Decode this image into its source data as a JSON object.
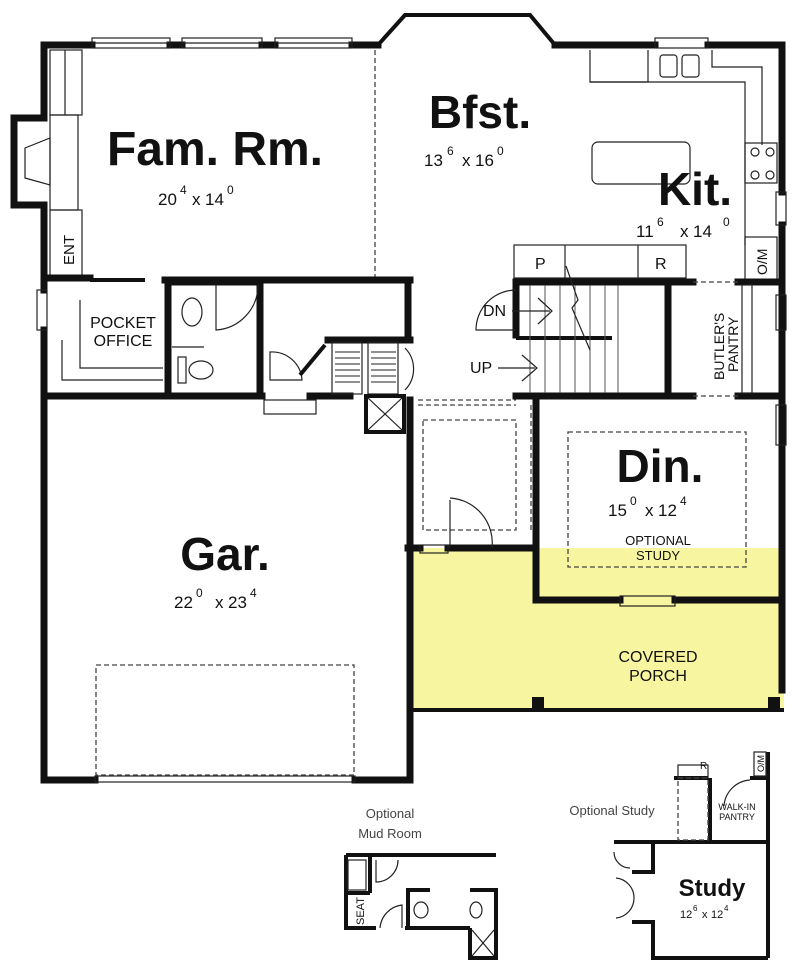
{
  "plan": {
    "rooms": {
      "family": {
        "name": "Fam. Rm.",
        "w": "20",
        "wi": "4",
        "x": "x",
        "h": "14",
        "hi": "0"
      },
      "breakfast": {
        "name": "Bfst.",
        "w": "13",
        "wi": "6",
        "x": "x",
        "h": "16",
        "hi": "0"
      },
      "kitchen": {
        "name": "Kit.",
        "w": "11",
        "wi": "6",
        "x": "x",
        "h": "14",
        "hi": "0"
      },
      "dining": {
        "name": "Din.",
        "w": "15",
        "wi": "0",
        "x": "x",
        "h": "12",
        "hi": "4",
        "note_line1": "OPTIONAL",
        "note_line2": "STUDY"
      },
      "garage": {
        "name": "Gar.",
        "w": "22",
        "wi": "0",
        "x": "x",
        "h": "23",
        "hi": "4"
      },
      "porch": {
        "line1": "COVERED",
        "line2": "PORCH",
        "color": "#f8f5a0"
      },
      "pocket_office": {
        "line1": "POCKET",
        "line2": "OFFICE"
      },
      "butlers_pantry": {
        "line1": "BUTLER'S",
        "line2": "PANTRY"
      }
    },
    "labels": {
      "ent": "ENT",
      "pantry_p": "P",
      "refrigerator_r": "R",
      "oven_micro": "O/M",
      "stairs_down": "DN",
      "stairs_up": "UP"
    },
    "insets": {
      "mudroom": {
        "title_line1": "Optional",
        "title_line2": "Mud Room",
        "seat": "SEAT"
      },
      "study": {
        "title": "Optional Study",
        "room": "Study",
        "w": "12",
        "wi": "6",
        "x": "x",
        "h": "12",
        "hi": "4",
        "pantry_line1": "WALK-IN",
        "pantry_line2": "PANTRY",
        "r": "R",
        "om": "O/M"
      }
    }
  }
}
